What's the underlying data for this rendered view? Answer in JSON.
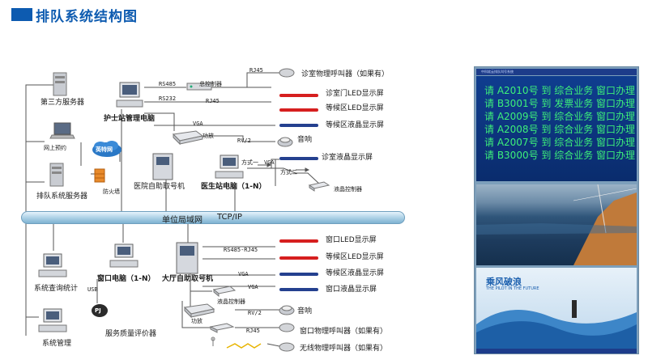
{
  "title": "排队系统结构图",
  "network": {
    "bus_label": "单位局域网",
    "protocol": "TCP/IP"
  },
  "left_nodes": {
    "third_party": "第三方服务器",
    "online": "网上预约",
    "internet": "英特网",
    "firewall": "防火墙",
    "queue_server": "排队系统服务器",
    "query": "系统查询统计",
    "admin": "系统管理"
  },
  "nurse": {
    "station": "护士站管理电脑",
    "rs485": "RS485",
    "rs232": "RS232",
    "controller": "总控制器",
    "rj45_a": "RJ45",
    "rj45_b": "RJ45",
    "vga": "VGA",
    "amp": "功放",
    "rv2": "RV/2",
    "caller": "诊室物理呼叫器（如果有）",
    "room_led": "诊室门LED显示屏",
    "wait_led": "等候区LED显示屏",
    "wait_lcd": "等候区液晶显示屏",
    "speaker": "音响"
  },
  "doctor": {
    "kiosk": "医院自助取号机",
    "pc": "医生站电脑（1-N）",
    "mode_a": "方式一",
    "mode_b": "方式二",
    "vga": "VGA",
    "room_lcd": "诊室液晶显示屏",
    "lcd_ctrl": "液晶控制器"
  },
  "hall": {
    "window_pc": "窗口电脑（1-N）",
    "usb": "USB",
    "pj": "PJ",
    "evaluator": "服务质量评价器",
    "kiosk": "大厅自助取号机",
    "rs485_rj45": "RS485-RJ45",
    "vga_a": "VGA",
    "vga_b": "VGA",
    "lcd_ctrl": "液晶控制器",
    "rv2": "RV/2",
    "amp": "功放",
    "rj45": "RJ45",
    "window_led": "窗口LED显示屏",
    "wait_led": "等候区LED显示屏",
    "wait_lcd": "等候区液晶显示屏",
    "window_lcd": "窗口液晶显示屏",
    "speaker": "音响",
    "window_caller": "窗口物理呼叫器（如果有）",
    "wireless_caller": "无线物理呼叫器（如果有）"
  },
  "screen": {
    "header": "中科软云排队叫号系统",
    "calls": [
      "请 A2010号 到 综合业务 窗口办理",
      "请 B3001号 到 发票业务 窗口办理",
      "请 A2009号 到 综合业务 窗口办理",
      "请 A2008号 到 综合业务 窗口办理",
      "请 A2007号 到 综合业务 窗口办理",
      "请 B3000号 到 综合业务 窗口办理"
    ],
    "ad_title": "乘风破浪",
    "ad_subtitle": "THE PILOT IN THE FUTURE"
  },
  "colors": {
    "title": "#0d5bb0",
    "led_bar": "#d61f1f",
    "lcd_bar": "#24408f",
    "call_text": "#3df07a"
  }
}
